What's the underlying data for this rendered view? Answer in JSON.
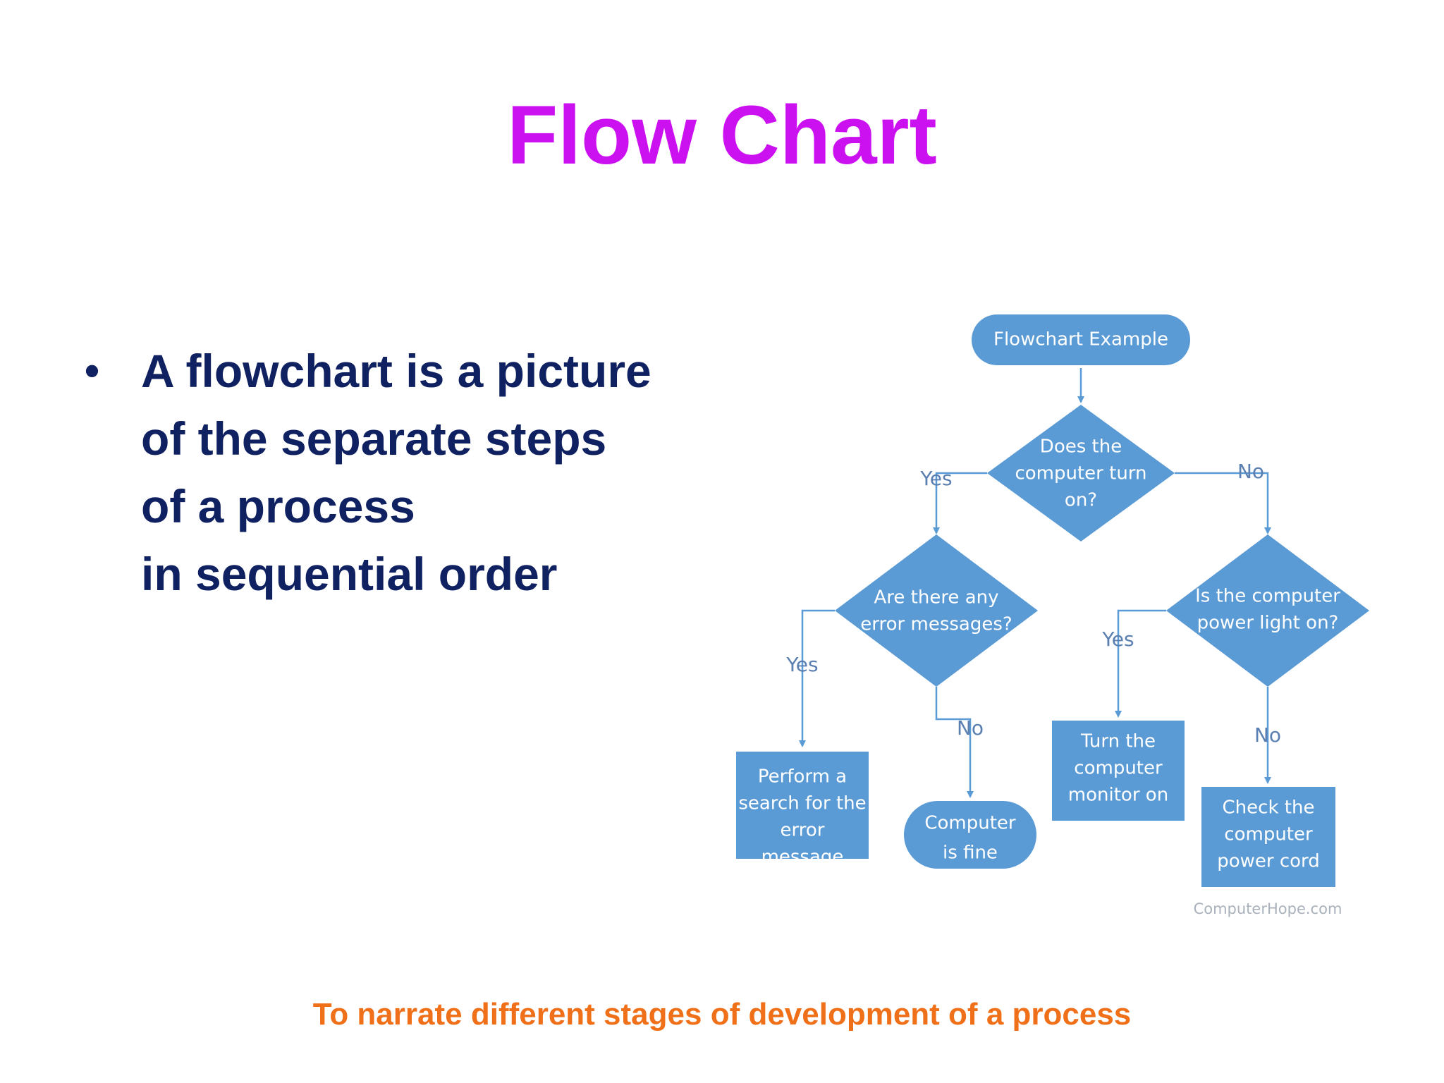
{
  "slide": {
    "title": "Flow Chart",
    "bullet_lines": [
      "A flowchart is a picture",
      "of the separate steps",
      "of a process",
      "in sequential order"
    ],
    "footer": "To narrate different stages of development of a process"
  },
  "flowchart": {
    "node_color": "#5b9bd5",
    "start": {
      "lines": [
        "Flowchart Example"
      ]
    },
    "decision_power_on": {
      "lines": [
        "Does the",
        "computer turn",
        "on?"
      ]
    },
    "decision_errors": {
      "lines": [
        "Are there any",
        "error messages?"
      ]
    },
    "decision_power_light": {
      "lines": [
        "Is the computer",
        "power light on?"
      ]
    },
    "action_search": {
      "lines": [
        "Perform a",
        "search for the",
        "error",
        "message"
      ]
    },
    "end_fine": {
      "lines": [
        "Computer",
        "is fine"
      ]
    },
    "action_monitor": {
      "lines": [
        "Turn the",
        "computer",
        "monitor on"
      ]
    },
    "action_power_cord": {
      "lines": [
        "Check the",
        "computer",
        "power cord"
      ]
    },
    "labels": {
      "yes_power_on": "Yes",
      "no_power_on": "No",
      "yes_errors": "Yes",
      "no_errors": "No",
      "yes_light": "Yes",
      "no_light": "No"
    },
    "credit": "ComputerHope.com"
  }
}
